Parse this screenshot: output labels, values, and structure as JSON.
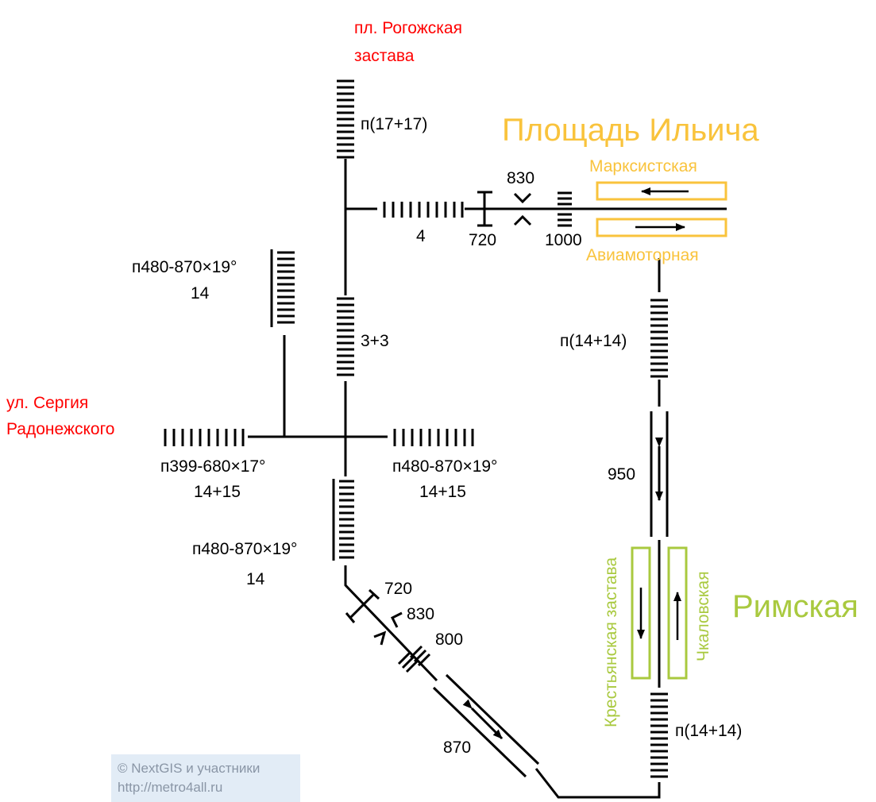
{
  "colors": {
    "track": "#000000",
    "entrance": "#ff0000",
    "line_yellow": "#f9c33c",
    "line_green": "#a9c93f"
  },
  "stations": {
    "ilyicha": {
      "name": "Площадь Ильича",
      "platform_top": "Марксистская",
      "platform_bottom": "Авиамоторная"
    },
    "rimskaya": {
      "name": "Римская",
      "platform_left": "Крестьянская застава",
      "platform_right": "Чкаловская"
    }
  },
  "exits": {
    "rogozhskaya_line1": "пл. Рогожская",
    "rogozhskaya_line2": "застава",
    "sergiya_line1": "ул. Сергия",
    "sergiya_line2": "Радонежского"
  },
  "labels": {
    "stairs_top": "п(17+17)",
    "stairs_4": "4",
    "width_720_top": "720",
    "width_830_top": "830",
    "width_1000": "1000",
    "left_stair_line1": "п480-870×19°",
    "left_stair_line2": "14",
    "stairs_3_3": "3+3",
    "stair_left_line1": "п399-680×17°",
    "stair_left_line2": "14+15",
    "stair_right_line1": "п480-870×19°",
    "stair_right_line2": "14+15",
    "stair_bottom_line1": "п480-870×19°",
    "stair_bottom_line2": "14",
    "width_720_bottom": "720",
    "width_830_bottom": "830",
    "width_800": "800",
    "width_870": "870",
    "stairs_14_upper": "п(14+14)",
    "width_950": "950",
    "stairs_14_lower": "п(14+14)"
  },
  "credit": {
    "line1": "© NextGIS и участники",
    "line2": "http://metro4all.ru"
  }
}
